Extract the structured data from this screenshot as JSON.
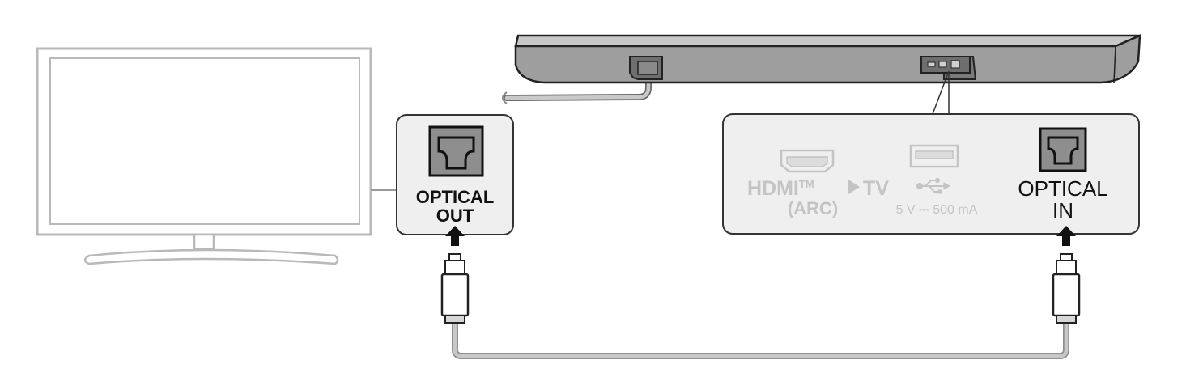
{
  "tv_panel": {
    "label_line1": "OPTICAL",
    "label_line2": "OUT"
  },
  "soundbar_panel": {
    "hdmi": {
      "name": "HDMI",
      "trademark": "TM",
      "target": "TV",
      "sub": "(ARC)"
    },
    "usb": {
      "rating": "5 V ⎓ 500 mA"
    },
    "optical": {
      "label_line1": "OPTICAL",
      "label_line2": "IN"
    }
  },
  "colors": {
    "soundbar_body": "#9e9e9e",
    "soundbar_top": "#c8c8c8",
    "panel_fill": "#efefef",
    "cable": "#a8a8a8",
    "outline": "#222222",
    "disabled_text": "#c4c4c4"
  }
}
